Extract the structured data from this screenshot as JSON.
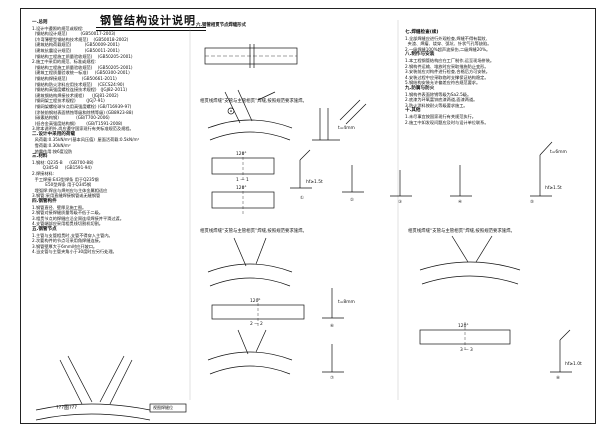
{
  "doc": {
    "title": "钢管结构设计说明",
    "stamp": "???图???"
  },
  "left_column": {
    "lines": [
      "一.总则",
      "1.设计中遵照的规范或规程:",
      "  (钢结构设计规范)          (GB50017-2003)",
      "  (冷弯薄壁型钢结构技术规范)    (GB50018-2002)",
      "  (建筑结构荷载规范)          (GB50009-2001)",
      "  (建筑抗震设计规范)          (GB50011-2001)",
      "  (钢结构工程施工质量验收规范)    (GB50205-2001)",
      "2.施工中采用的规范、标准或规程:",
      "  (钢结构工程施工质量验收规范)    (GB50205-2001)",
      "  (建筑工程质量验收统一标准)     (GB50300-2001)",
      "  (钢结构焊接规范)           (GB50661-2011)",
      "  (钢结构防火涂料应用技术规范)    (CECS24:90)",
      "  (钢结构高强度螺栓连接技术规程)   (JGJ82-2011)",
      "  (建筑钢结构焊接技术规程)      (JGJ81-2002)",
      "  (钢网架工程技术规程)        (JGJ7-91)",
      "  (钢网架螺栓球节点用高强度螺栓) (GB/T16939-97)",
      "  (涂装前钢材表面锈蚀等级和除锈等级) (GB8923-88)",
      "  (碳素结构钢)             (GB/T700-2006)",
      "  (低合金高强度结构钢)        (GB/T1591-2008)",
      "3.除本说明外,尚应遵守国家现行有关标准规范及规程。",
      "",
      "二.设计中采用的荷载",
      "  风荷载:0.35kN/m²(基本风压值)  屋面活荷载:0.5kN/m²",
      "  雪荷载:0.30kN/m²",
      "  地震作用:按6度设防",
      "",
      "三.材料",
      "1.钢材: Q235-B     (GB700-88)",
      "        Q345-B     (GB1591-94)",
      "2.焊接材料:",
      "  手工焊接:E43型焊条 用于Q235钢",
      "          E50型焊条 用于Q345钢",
      "  埋弧焊:焊丝与焊剂应与主体金属相适应",
      "3.钢管:采用直缝焊接钢管或无缝钢管",
      "",
      "四.钢管构件",
      "1.钢管直径、壁厚见施工图。",
      "2.钢管对接焊缝质量等级不低于二级。",
      "3.相贯节点的焊缝应沿全周连续焊接并平滑过渡。",
      "4.支管端部应采用相贯线切割机切割。",
      "",
      "五.钢管节点",
      "1.主管与支管相贯时,支管不得穿入主管内。",
      "2.次要构件的节点可采用角焊缝连接。",
      "3.钢管壁厚大于6mm时应开坡口。",
      "4.当支管与主管夹角小于30度时应另行处理。"
    ]
  },
  "right_column": {
    "lines": [
      "七.焊缝检查(续)",
      "1.全部焊缝应进行外观检查,焊缝不得有裂纹、",
      "  夹渣、焊瘤、烧穿、弧坑、针状气孔等缺陷。",
      "2.一级焊缝100%超声波探伤,二级焊缝20%。",
      "",
      "八.制作与安装",
      "1.本工程钢管结构应在工厂制作,运至现场拼装。",
      "2.钢构件运输、堆放时应采取措施防止变形。",
      "3.安装前应对构件进行检查,合格后方可安装。",
      "4.安装过程中应采取临时支撑保证结构稳定。",
      "5.钢结构安装允许偏差应符合规范要求。",
      "",
      "九.防腐与防火",
      "1.钢构件表面除锈等级为Sa2.5级。",
      "2.底漆为环氧富锌底漆两道,面漆两道。",
      "3.防火涂料按耐火等级要求施工。",
      "",
      "十.其他",
      "1.未尽事宜按国家现行有关规范执行。",
      "2.施工中如发现问题应及时与设计单位联系。"
    ]
  },
  "detail_labels": {
    "sec_a": "六.钢管相贯节点焊缝形式",
    "fig1": "①",
    "fig2": "②",
    "fig3": "③",
    "fig4": "④",
    "fig5": "⑤",
    "fig6": "⑥",
    "fig7": "⑦",
    "fig8": "⑧",
    "hf1": "hf≥1.5t",
    "hf2": "hf≥1.5t",
    "hf3": "hf≥1.0t",
    "t4": "t=4mm",
    "t6": "t=6mm",
    "t8": "t=8mm",
    "cut1": "1 — 1",
    "cut2": "2 — 2",
    "cut3": "3 — 3",
    "ang1": "120°",
    "ang2": "120°",
    "ang3": "120°",
    "ang4": "120°",
    "bottom_cap": "视图焊缝位",
    "note_b": "相贯线焊缝“支管与主管相贯”焊缝,按照规范要求施焊。",
    "note_c": "相贯线焊缝“支管与主管相贯”焊缝,按照规范要求施焊。",
    "note_d": "相贯线焊缝“支管与主管相贯”焊缝,按照规范要求施焊。"
  }
}
